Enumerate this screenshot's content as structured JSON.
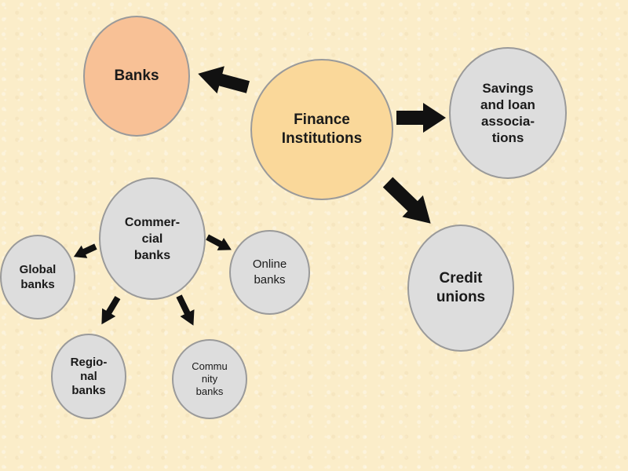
{
  "nodes": {
    "finance": "Finance\nInstitutions",
    "banks": "Banks",
    "savings": "Savings\nand loan\nassocia-\ntions",
    "credit": "Credit\nunions",
    "commercial": "Commer-\ncial\nbanks",
    "global": "Global\nbanks",
    "online": "Online\nbanks",
    "regional": "Regio-\nnal\nbanks",
    "community": "Commu\nnity\nbanks"
  },
  "colors": {
    "background": "#fbedc9",
    "node_grey": "#dddddd",
    "node_peach": "#f8c196",
    "node_yellow": "#fad89a",
    "node_border": "#9a9a9a",
    "arrow": "#111111"
  }
}
